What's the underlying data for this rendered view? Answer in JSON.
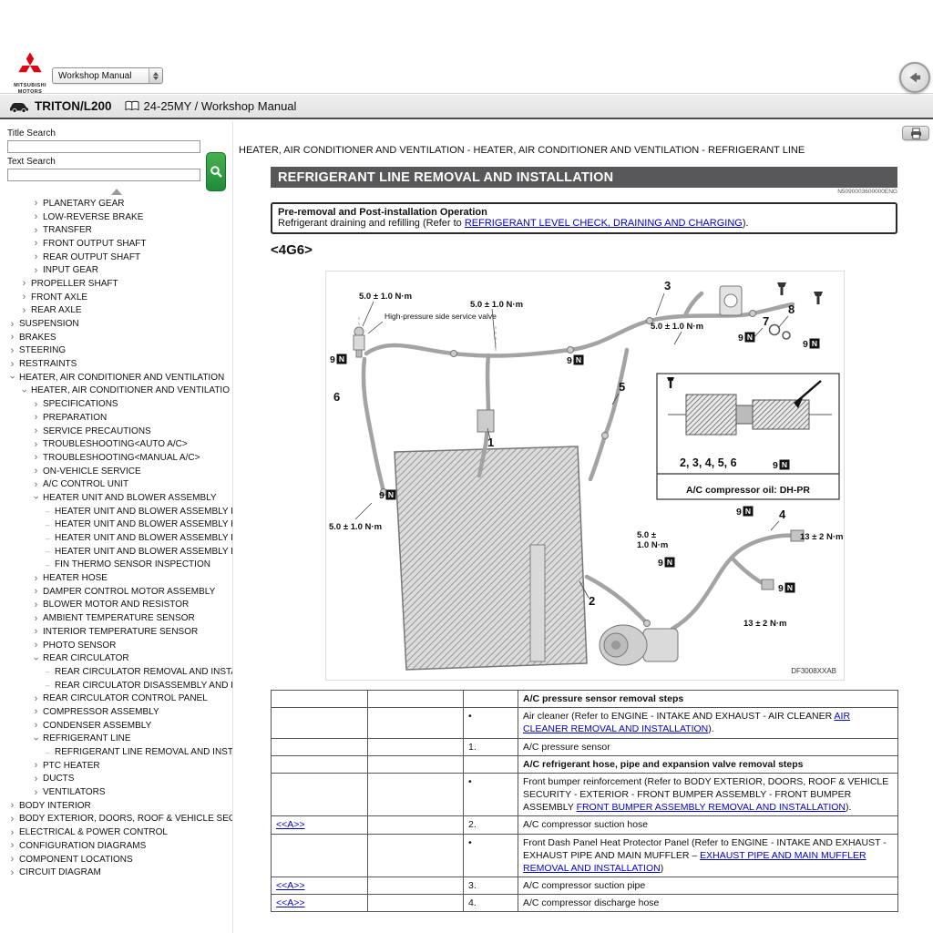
{
  "header": {
    "logo_title": "MITSUBISHI",
    "logo_subtitle": "MOTORS",
    "app_select_value": "Workshop Manual",
    "vehicle": "TRITON/L200",
    "manual_title": "24-25MY / Workshop Manual"
  },
  "sidebar": {
    "title_search_label": "Title Search",
    "text_search_label": "Text Search",
    "title_search_value": "",
    "text_search_value": "",
    "tree": [
      {
        "label": "PLANETARY GEAR",
        "depth": 2,
        "state": "collapsed"
      },
      {
        "label": "LOW-REVERSE BRAKE",
        "depth": 2,
        "state": "collapsed"
      },
      {
        "label": "TRANSFER",
        "depth": 2,
        "state": "collapsed"
      },
      {
        "label": "FRONT OUTPUT SHAFT",
        "depth": 2,
        "state": "collapsed"
      },
      {
        "label": "REAR OUTPUT SHAFT",
        "depth": 2,
        "state": "collapsed"
      },
      {
        "label": "INPUT GEAR",
        "depth": 2,
        "state": "collapsed"
      },
      {
        "label": "PROPELLER SHAFT",
        "depth": 1,
        "state": "collapsed"
      },
      {
        "label": "FRONT AXLE",
        "depth": 1,
        "state": "collapsed"
      },
      {
        "label": "REAR AXLE",
        "depth": 1,
        "state": "collapsed"
      },
      {
        "label": "SUSPENSION",
        "depth": 0,
        "state": "collapsed"
      },
      {
        "label": "BRAKES",
        "depth": 0,
        "state": "collapsed"
      },
      {
        "label": "STEERING",
        "depth": 0,
        "state": "collapsed"
      },
      {
        "label": "RESTRAINTS",
        "depth": 0,
        "state": "collapsed"
      },
      {
        "label": "HEATER, AIR CONDITIONER AND VENTILATION",
        "depth": 0,
        "state": "expanded"
      },
      {
        "label": "HEATER, AIR CONDITIONER AND VENTILATIO",
        "depth": 1,
        "state": "expanded"
      },
      {
        "label": "SPECIFICATIONS",
        "depth": 2,
        "state": "collapsed"
      },
      {
        "label": "PREPARATION",
        "depth": 2,
        "state": "collapsed"
      },
      {
        "label": "SERVICE PRECAUTIONS",
        "depth": 2,
        "state": "collapsed"
      },
      {
        "label": "TROUBLESHOOTING<AUTO A/C>",
        "depth": 2,
        "state": "collapsed"
      },
      {
        "label": "TROUBLESHOOTING<MANUAL A/C>",
        "depth": 2,
        "state": "collapsed"
      },
      {
        "label": "ON-VEHICLE SERVICE",
        "depth": 2,
        "state": "collapsed"
      },
      {
        "label": "A/C CONTROL UNIT",
        "depth": 2,
        "state": "collapsed"
      },
      {
        "label": "HEATER UNIT AND BLOWER ASSEMBLY",
        "depth": 2,
        "state": "expanded"
      },
      {
        "label": "HEATER UNIT AND BLOWER ASSEMBLY RE",
        "depth": 3,
        "state": "leaf"
      },
      {
        "label": "HEATER UNIT AND BLOWER ASSEMBLY DIS",
        "depth": 3,
        "state": "leaf"
      },
      {
        "label": "HEATER UNIT AND BLOWER ASSEMBLY DIS",
        "depth": 3,
        "state": "leaf"
      },
      {
        "label": "HEATER UNIT AND BLOWER ASSEMBLY DIS",
        "depth": 3,
        "state": "leaf"
      },
      {
        "label": "FIN THERMO SENSOR INSPECTION",
        "depth": 3,
        "state": "leaf"
      },
      {
        "label": "HEATER HOSE",
        "depth": 2,
        "state": "collapsed"
      },
      {
        "label": "DAMPER CONTROL MOTOR ASSEMBLY",
        "depth": 2,
        "state": "collapsed"
      },
      {
        "label": "BLOWER MOTOR AND RESISTOR",
        "depth": 2,
        "state": "collapsed"
      },
      {
        "label": "AMBIENT TEMPERATURE SENSOR",
        "depth": 2,
        "state": "collapsed"
      },
      {
        "label": "INTERIOR TEMPERATURE SENSOR",
        "depth": 2,
        "state": "collapsed"
      },
      {
        "label": "PHOTO SENSOR",
        "depth": 2,
        "state": "collapsed"
      },
      {
        "label": "REAR CIRCULATOR",
        "depth": 2,
        "state": "expanded"
      },
      {
        "label": "REAR CIRCULATOR REMOVAL AND INSTALL",
        "depth": 3,
        "state": "leaf"
      },
      {
        "label": "REAR CIRCULATOR DISASSEMBLY AND RE",
        "depth": 3,
        "state": "leaf"
      },
      {
        "label": "REAR CIRCULATOR CONTROL PANEL",
        "depth": 2,
        "state": "collapsed"
      },
      {
        "label": "COMPRESSOR ASSEMBLY",
        "depth": 2,
        "state": "collapsed"
      },
      {
        "label": "CONDENSER ASSEMBLY",
        "depth": 2,
        "state": "collapsed"
      },
      {
        "label": "REFRIGERANT LINE",
        "depth": 2,
        "state": "expanded"
      },
      {
        "label": "REFRIGERANT LINE REMOVAL AND INSTAL",
        "depth": 3,
        "state": "leaf"
      },
      {
        "label": "PTC HEATER",
        "depth": 2,
        "state": "collapsed"
      },
      {
        "label": "DUCTS",
        "depth": 2,
        "state": "collapsed"
      },
      {
        "label": "VENTILATORS",
        "depth": 2,
        "state": "collapsed"
      },
      {
        "label": "BODY INTERIOR",
        "depth": 0,
        "state": "collapsed"
      },
      {
        "label": "BODY EXTERIOR, DOORS, ROOF & VEHICLE SEC",
        "depth": 0,
        "state": "collapsed"
      },
      {
        "label": "ELECTRICAL & POWER CONTROL",
        "depth": 0,
        "state": "collapsed"
      },
      {
        "label": "CONFIGURATION DIAGRAMS",
        "depth": 0,
        "state": "collapsed"
      },
      {
        "label": "COMPONENT LOCATIONS",
        "depth": 0,
        "state": "collapsed"
      },
      {
        "label": "CIRCUIT DIAGRAM",
        "depth": 0,
        "state": "collapsed"
      }
    ]
  },
  "content": {
    "breadcrumb": "HEATER, AIR CONDITIONER AND VENTILATION - HEATER, AIR CONDITIONER AND VENTILATION - REFRIGERANT LINE",
    "page_title": "REFRIGERANT LINE REMOVAL AND INSTALLATION",
    "doc_code": "N5090003600000ENG",
    "note": {
      "title": "Pre-removal and Post-installation Operation",
      "prefix": "Refrigerant draining and refilling (Refer to ",
      "link": "REFRIGERANT LEVEL CHECK, DRAINING AND CHARGING",
      "suffix": ")."
    },
    "variant_heading": "<4G6>",
    "figure": {
      "torque_a": "5.0 ± 1.0 N·m",
      "torque_a_line1": "5.0 ±",
      "torque_a_line2": "1.0 N·m",
      "torque_b": "13 ± 2 N·m",
      "hp_valve_label": "High-pressure side service valve",
      "badge_num": "9",
      "badge_letter": "N",
      "callouts": [
        "1",
        "2",
        "3",
        "4",
        "5",
        "6",
        "7",
        "8"
      ],
      "inset_numbers": "2, 3, 4, 5, 6",
      "inset_oil": "A/C compressor oil: DH-PR",
      "figure_code": "DF3008XXAB"
    },
    "table": {
      "rows": [
        {
          "a": "",
          "num": "",
          "bold": true,
          "desc": [
            {
              "t": "A/C pressure sensor removal steps",
              "link": false
            }
          ]
        },
        {
          "a": "",
          "num": "•",
          "bold": false,
          "desc": [
            {
              "t": "Air cleaner (Refer to ENGINE - INTAKE AND EXHAUST - AIR CLEANER ",
              "link": false
            },
            {
              "t": "AIR CLEANER REMOVAL AND INSTALLATION",
              "link": true
            },
            {
              "t": ").",
              "link": false
            }
          ]
        },
        {
          "a": "",
          "num": "1.",
          "bold": false,
          "desc": [
            {
              "t": "A/C pressure sensor",
              "link": false
            }
          ]
        },
        {
          "a": "",
          "num": "",
          "bold": true,
          "desc": [
            {
              "t": "A/C refrigerant hose, pipe and expansion valve removal steps",
              "link": false
            }
          ]
        },
        {
          "a": "",
          "num": "•",
          "bold": false,
          "desc": [
            {
              "t": "Front bumper reinforcement  (Refer to BODY EXTERIOR, DOORS, ROOF & VEHICLE SECURITY - EXTERIOR - FRONT BUMPER ASSEMBLY - FRONT BUMPER ASSEMBLY ",
              "link": false
            },
            {
              "t": "FRONT BUMPER ASSEMBLY REMOVAL AND INSTALLATION",
              "link": true
            },
            {
              "t": ").",
              "link": false
            }
          ]
        },
        {
          "a": "<<A>>",
          "num": "2.",
          "bold": false,
          "desc": [
            {
              "t": "A/C compressor suction hose",
              "link": false
            }
          ]
        },
        {
          "a": "",
          "num": "•",
          "bold": false,
          "desc": [
            {
              "t": "Front Dash Panel Heat Protector Panel  (Refer to ENGINE - INTAKE AND EXHAUST - EXHAUST PIPE AND MAIN MUFFLER – ",
              "link": false
            },
            {
              "t": "EXHAUST PIPE AND MAIN MUFFLER REMOVAL AND INSTALLATION",
              "link": true
            },
            {
              "t": ")",
              "link": false
            }
          ]
        },
        {
          "a": "<<A>>",
          "num": "3.",
          "bold": false,
          "desc": [
            {
              "t": "A/C compressor suction pipe",
              "link": false
            }
          ]
        },
        {
          "a": "<<A>>",
          "num": "4.",
          "bold": false,
          "desc": [
            {
              "t": "A/C compressor discharge hose",
              "link": false
            }
          ]
        }
      ]
    }
  },
  "colors": {
    "brand_red": "#da0613",
    "accent_green": "#2f9e44",
    "title_bar_bg": "#58585a",
    "link_blue": "#0000cc"
  }
}
